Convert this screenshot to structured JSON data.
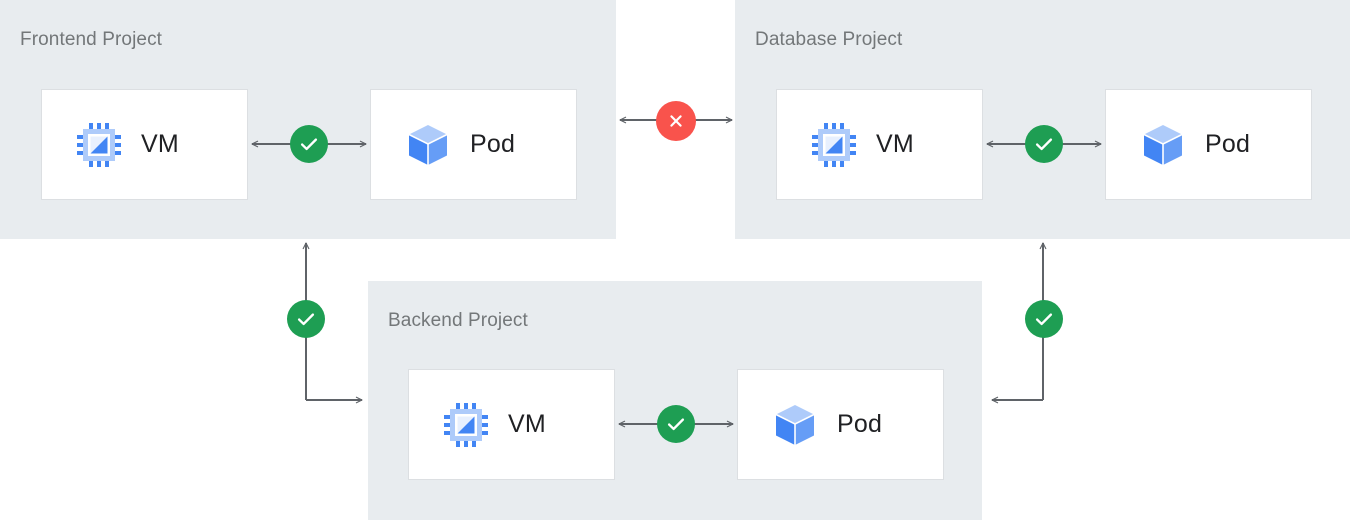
{
  "diagram": {
    "type": "network-connectivity-diagram",
    "colors": {
      "panel_background": "#e8ecef",
      "card_background": "#ffffff",
      "card_border": "#dcdfe2",
      "title_text": "#737779",
      "label_text": "#202124",
      "status_ok": "#1e9e53",
      "status_error": "#f9534c",
      "connector_line": "#5f6368",
      "icon_blue_dark": "#4285f4",
      "icon_blue_mid": "#669df6",
      "icon_blue_light": "#aecbfa"
    }
  },
  "panels": [
    {
      "id": "frontend",
      "title": "Frontend Project",
      "resources": [
        {
          "id": "fe-vm",
          "label": "VM",
          "icon": "vm-chip-icon"
        },
        {
          "id": "fe-pod",
          "label": "Pod",
          "icon": "pod-cube-icon"
        }
      ]
    },
    {
      "id": "database",
      "title": "Database Project",
      "resources": [
        {
          "id": "db-vm",
          "label": "VM",
          "icon": "vm-chip-icon"
        },
        {
          "id": "db-pod",
          "label": "Pod",
          "icon": "pod-cube-icon"
        }
      ]
    },
    {
      "id": "backend",
      "title": "Backend Project",
      "resources": [
        {
          "id": "be-vm",
          "label": "VM",
          "icon": "vm-chip-icon"
        },
        {
          "id": "be-pod",
          "label": "Pod",
          "icon": "pod-cube-icon"
        }
      ]
    }
  ],
  "connections": [
    {
      "id": "fe-internal",
      "from": "fe-vm",
      "to": "fe-pod",
      "status": "allowed",
      "badge": "check-icon",
      "direction": "bidirectional"
    },
    {
      "id": "db-internal",
      "from": "db-vm",
      "to": "db-pod",
      "status": "allowed",
      "badge": "check-icon",
      "direction": "bidirectional"
    },
    {
      "id": "be-internal",
      "from": "be-vm",
      "to": "be-pod",
      "status": "allowed",
      "badge": "check-icon",
      "direction": "bidirectional"
    },
    {
      "id": "frontend-database",
      "from": "frontend",
      "to": "database",
      "status": "blocked",
      "badge": "close-icon",
      "direction": "bidirectional"
    },
    {
      "id": "frontend-backend",
      "from": "frontend",
      "to": "backend",
      "status": "allowed",
      "badge": "check-icon",
      "direction": "bidirectional"
    },
    {
      "id": "database-backend",
      "from": "database",
      "to": "backend",
      "status": "allowed",
      "badge": "check-icon",
      "direction": "bidirectional"
    }
  ]
}
